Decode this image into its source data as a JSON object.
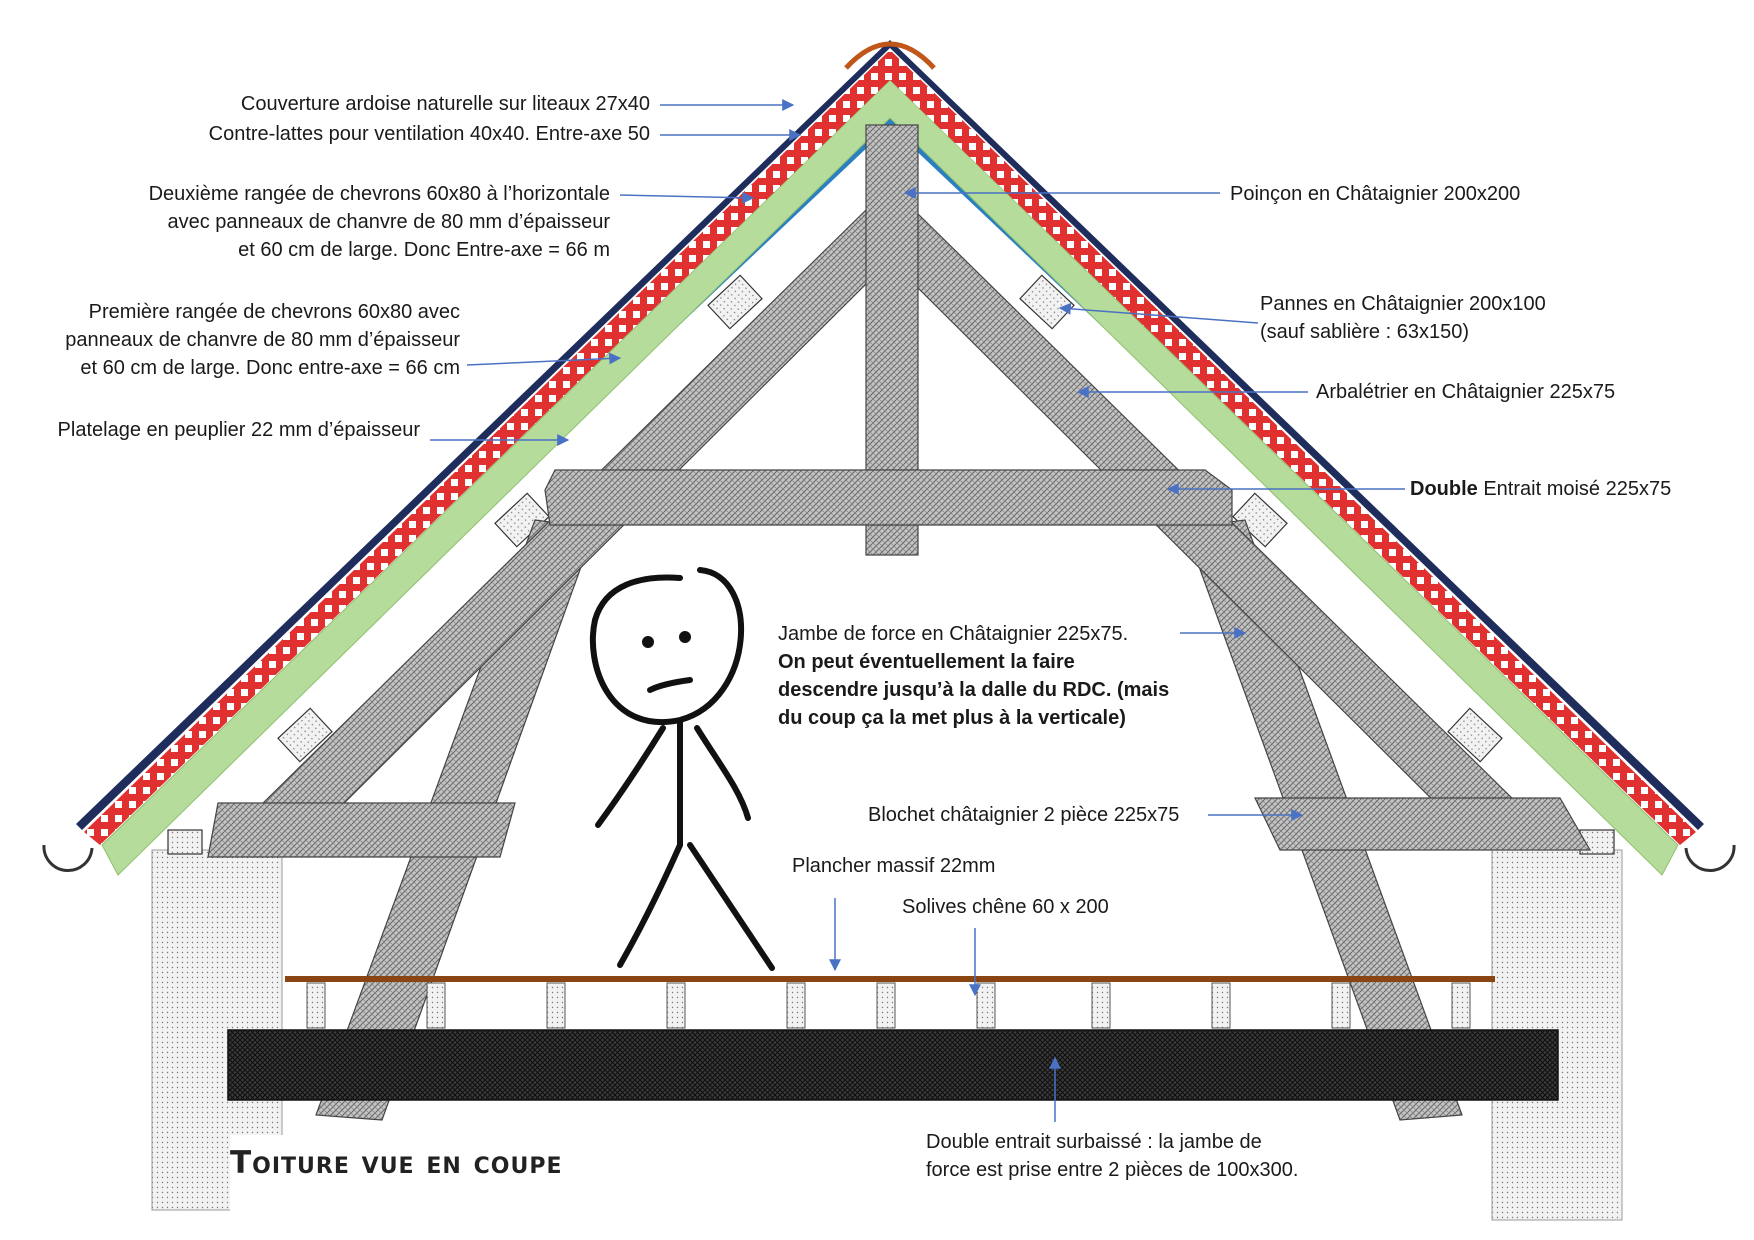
{
  "title": "Toiture vue en coupe",
  "labels": {
    "couverture": "Couverture ardoise naturelle sur liteaux 27x40",
    "contre_lattes": "Contre-lattes pour ventilation 40x40. Entre-axe 50",
    "deuxieme_rangee": [
      "Deuxième rangée de chevrons 60x80 à l’horizontale",
      "avec panneaux de chanvre de 80 mm d’épaisseur",
      "et 60 cm de large. Donc Entre-axe = 66 m"
    ],
    "premiere_rangee": [
      "Première rangée de chevrons 60x80 avec",
      "panneaux de chanvre de 80 mm d’épaisseur",
      "et 60 cm de large. Donc entre-axe = 66 cm"
    ],
    "platelage": "Platelage en peuplier 22 mm d’épaisseur",
    "poincon": "Poinçon en Châtaignier 200x200",
    "pannes": [
      "Pannes en Châtaignier 200x100",
      "(sauf sablière : 63x150)"
    ],
    "arbaletrier": "Arbalétrier en Châtaignier 225x75",
    "entrait_moise_bold": "Double",
    "entrait_moise_rest": " Entrait moisé 225x75",
    "jambe_de_force": "Jambe de force en Châtaignier 225x75.",
    "jambe_note": [
      "On peut éventuellement la faire",
      "descendre jusqu’à la dalle du RDC. (mais",
      "du coup ça la met plus à la verticale)"
    ],
    "blochet": "Blochet châtaignier 2 pièce 225x75",
    "plancher": "Plancher massif 22mm",
    "solives": "Solives chêne 60 x 200",
    "entrait_surbaisse": [
      "Double entrait surbaissé : la jambe de",
      "force est prise  entre 2 pièces de 100x300."
    ]
  },
  "colors": {
    "slate": "#1f2d5c",
    "counter_batten": "#e03030",
    "insulation": "#b5dc9a",
    "platelage": "#2a7fc0",
    "timber_grey": "#9a9a9a",
    "ridge": "#c0561a",
    "floor": "#8b4513",
    "arrow": "#4a72c4"
  }
}
